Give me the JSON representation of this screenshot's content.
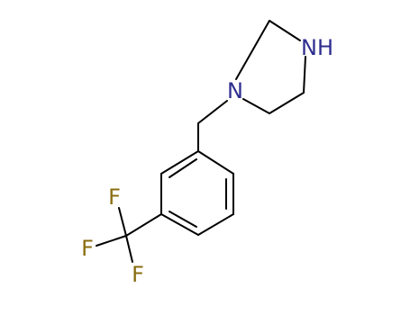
{
  "molecule": {
    "atoms": {
      "n_amine": {
        "label": "NH",
        "color": "#2e2e8f"
      },
      "n_tertiary": {
        "label": "N",
        "color": "#2e2e8f"
      },
      "f_top": {
        "label": "F",
        "color": "#8a6d10"
      },
      "f_left": {
        "label": "F",
        "color": "#8a6d10"
      },
      "f_bottom": {
        "label": "F",
        "color": "#8a6d10"
      }
    },
    "bond_color": "#000000"
  }
}
